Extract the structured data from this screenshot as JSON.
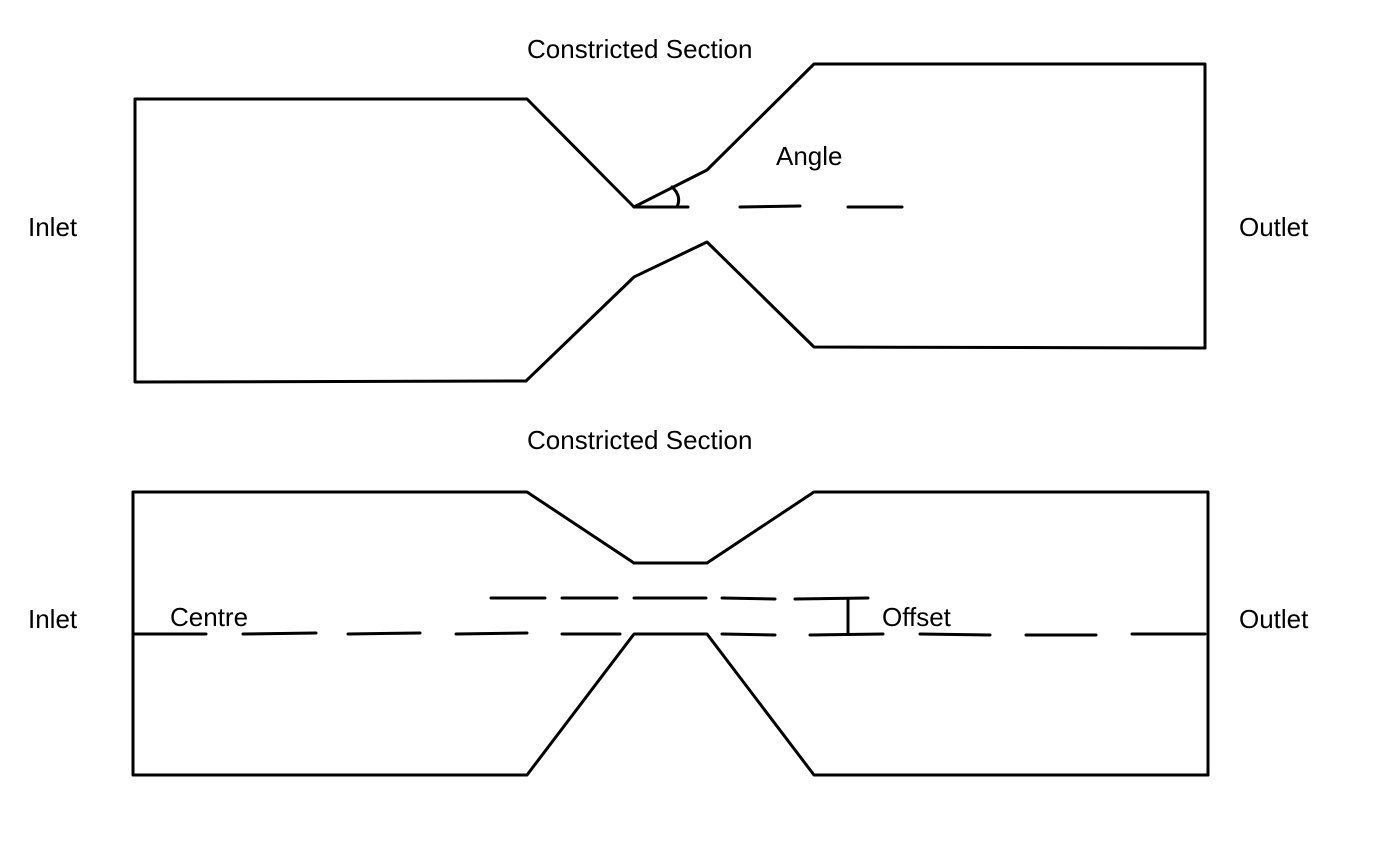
{
  "top_diagram": {
    "title": "Constricted Section",
    "inlet_label": "Inlet",
    "outlet_label": "Outlet",
    "angle_label": "Angle"
  },
  "bottom_diagram": {
    "title": "Constricted Section",
    "inlet_label": "Inlet",
    "outlet_label": "Outlet",
    "centre_label": "Centre",
    "offset_label": "Offset"
  },
  "colors": {
    "line": "#000000",
    "background": "#ffffff"
  }
}
